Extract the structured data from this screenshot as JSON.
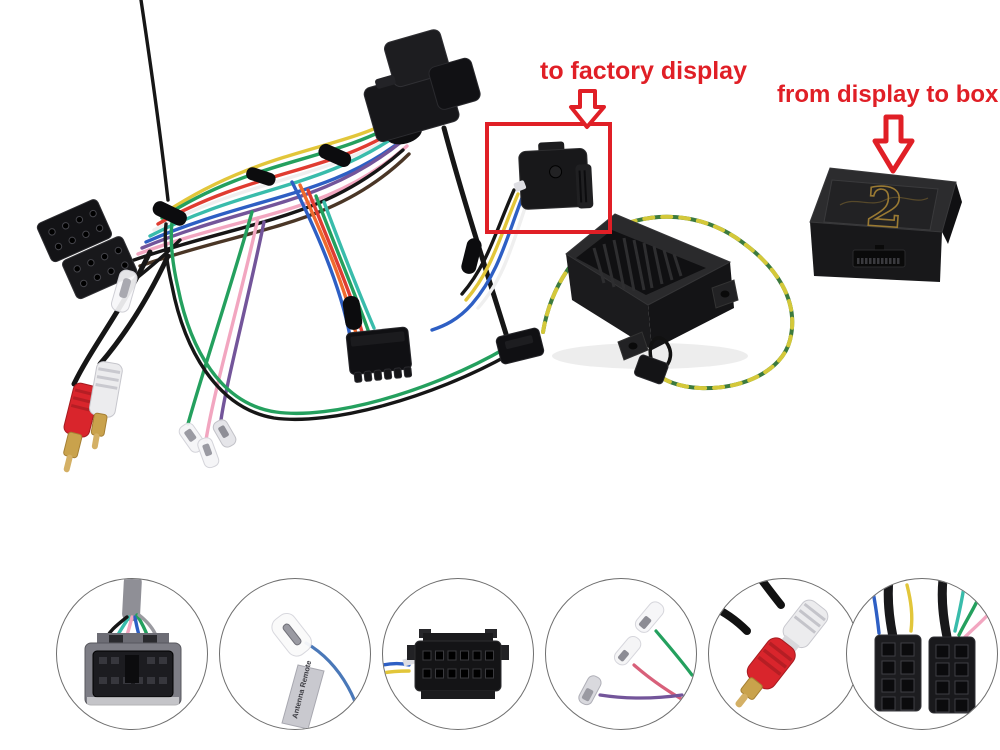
{
  "scene": {
    "description": "photo of a car stereo factory-display interface kit: wiring harness, display adapter connector, buzzer bracket box and Connects2 interface box, with six circular close-up callouts of the connectors"
  },
  "annotations": {
    "to_factory_display": "to factory display",
    "from_display_to_box": "from display to box"
  },
  "interface_box": {
    "logo_numeral": "2"
  },
  "labels": {
    "wire_flag": "Antenna Remote"
  },
  "callouts": [
    {
      "name": "factory-quadlock-connector-closeup"
    },
    {
      "name": "antenna-remote-terminal-closeup"
    },
    {
      "name": "twelve-pin-connector-closeup"
    },
    {
      "name": "crimp-terminals-closeup"
    },
    {
      "name": "rca-plugs-closeup"
    },
    {
      "name": "iso-connectors-closeup"
    }
  ],
  "colors": {
    "background": "#ffffff",
    "annotation_red": "#e01f26",
    "plastic_dark": "#17171a",
    "plastic_mid": "#2a2a2d",
    "wire_yellow": "#e2c63a",
    "wire_green": "#24a05e",
    "wire_red": "#e03c31",
    "wire_white": "#efefef",
    "wire_teal": "#39bcab",
    "wire_blue": "#2e5fc4",
    "wire_purple": "#73559a",
    "wire_pink": "#f2a6c0",
    "wire_black": "#161616",
    "wire_brown": "#4a3626",
    "wire_orange": "#f06a2d",
    "twist_yellow": "#d4c83a",
    "twist_green": "#3c7a3e",
    "rca_red": "#d9252c",
    "rca_white": "#ececee",
    "gold": "#c9a24c",
    "logo_gold": "#9a7a33",
    "label_gray": "#c9c9cf"
  }
}
